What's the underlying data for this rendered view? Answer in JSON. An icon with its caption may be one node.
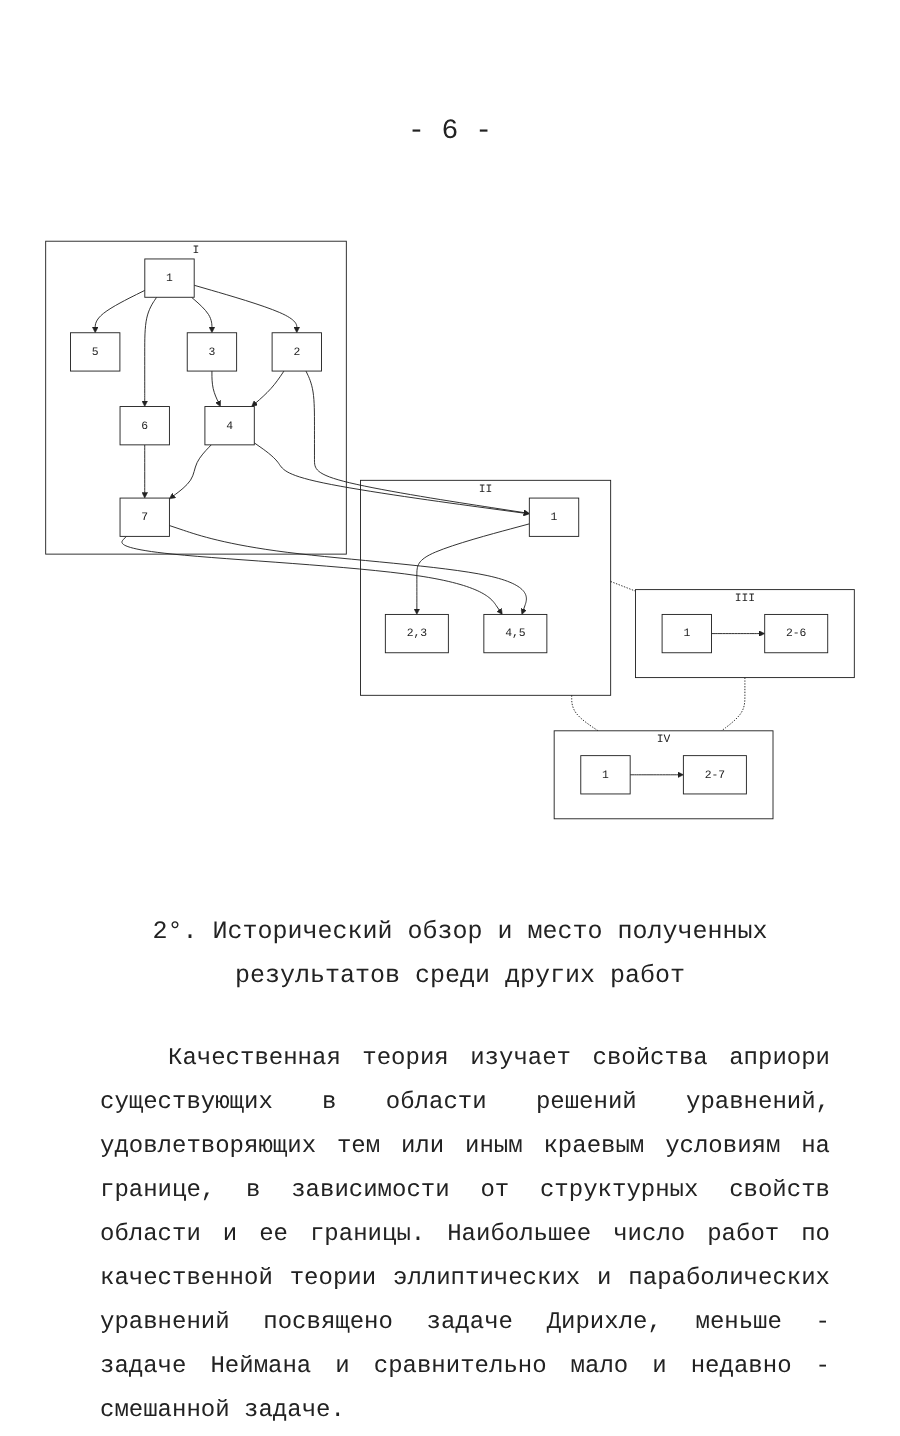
{
  "diagram": {
    "nodes": [
      {
        "text": [
          "I"
        ]
      },
      {
        "text": [
          "5"
        ],
        "in": 0
      },
      {
        "text": [
          "3"
        ],
        "in": 0
      },
      {
        "text": [
          "1"
        ],
        "in": 0
      },
      {
        "text": [
          "6"
        ],
        "in": 0
      },
      {
        "text": [
          "4"
        ],
        "in": 0
      },
      {
        "text": [
          "2"
        ],
        "in": 0
      },
      {
        "text": [
          "7"
        ],
        "in": 0
      },
      {
        "text": [
          "II"
        ]
      },
      {
        "text": [
          "1"
        ],
        "in": 8
      },
      {
        "text": [
          "2,3"
        ],
        "in": 8
      },
      {
        "text": [
          "4,5"
        ],
        "in": 8
      },
      {
        "text": [
          "III"
        ]
      },
      {
        "text": [
          "1"
        ],
        "in": 12
      },
      {
        "text": [
          "2-6"
        ],
        "in": 12
      },
      {
        "text": [
          "IV"
        ]
      },
      {
        "text": [
          "1"
        ],
        "in": 15
      },
      {
        "text": [
          "2-7"
        ],
        "in": 15
      }
    ],
    "edges": [
      {
        "from": 3,
        "to": 1,
        "arrow": "to"
      },
      {
        "from": 3,
        "to": 2,
        "arrow": "to"
      },
      {
        "from": 3,
        "to": 4,
        "arrow": "to"
      },
      {
        "from": 3,
        "to": 6,
        "arrow": "to"
      },
      {
        "from": 2,
        "to": 5,
        "arrow": "to"
      },
      {
        "from": 6,
        "to": 5,
        "arrow": "to"
      },
      {
        "from": 4,
        "to": 7,
        "arrow": "to"
      },
      {
        "from": 5,
        "to": 7,
        "arrow": "to"
      },
      {
        "from": 5,
        "to": 9,
        "arrow": "to"
      },
      {
        "from": 6,
        "to": 9,
        "arrow": "to"
      },
      {
        "from": 7,
        "to": 11,
        "arrow": "to"
      },
      {
        "from": 7,
        "to": 11,
        "arrow": "to"
      },
      {
        "from": 9,
        "to": 10,
        "arrow": "to"
      },
      {
        "from": 8,
        "to": 12,
        "arrow": "none",
        "style": "dashed"
      },
      {
        "from": 8,
        "to": 15,
        "arrow": "none",
        "style": "dashed"
      },
      {
        "from": 12,
        "to": 15,
        "arrow": "none",
        "style": "dashed"
      },
      {
        "from": 13,
        "to": 14,
        "arrow": "to"
      },
      {
        "from": 16,
        "to": 17,
        "arrow": "to"
      }
    ],
    "labels": [
      "- 6 -",
      "2°. Исторический обзор и место полученных результатов среди других работ",
      "Качественная теория изучает свойства априори существующих в области решений уравнений, удовлетворяющих тем или иным краевым условиям на границе, в зависимости от структурных свойств области и ее границы. Наибольшее число работ по качественной теории эллиптических и параболических уравнений посвящено задаче Дирихле, меньше - задаче Неймана и сравнительно мало и недавно - смешанной задаче."
    ]
  }
}
